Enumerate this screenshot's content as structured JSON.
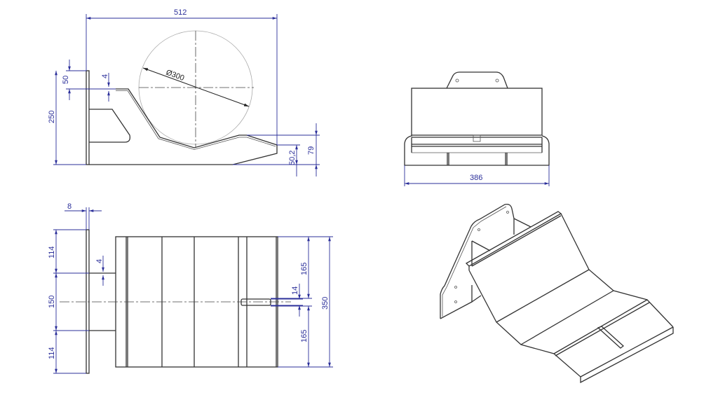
{
  "drawing": {
    "side_view": {
      "overall_length": "512",
      "top_offset": "50",
      "total_height": "250",
      "thickness": "4",
      "wheel_diameter": "Ø300",
      "end_height": "79",
      "end_lip_height": "50,2"
    },
    "top_view": {
      "plate_thickness": "8",
      "upper_mount": "114",
      "center_spacing": "150",
      "lower_mount": "114",
      "rib_thickness": "4",
      "slot_width": "14",
      "half_width_upper": "165",
      "half_width_lower": "165",
      "total_width": "350"
    },
    "front_view": {
      "base_width": "386"
    }
  },
  "colors": {
    "dimension": "#2b2f9a",
    "part": "#333333"
  }
}
